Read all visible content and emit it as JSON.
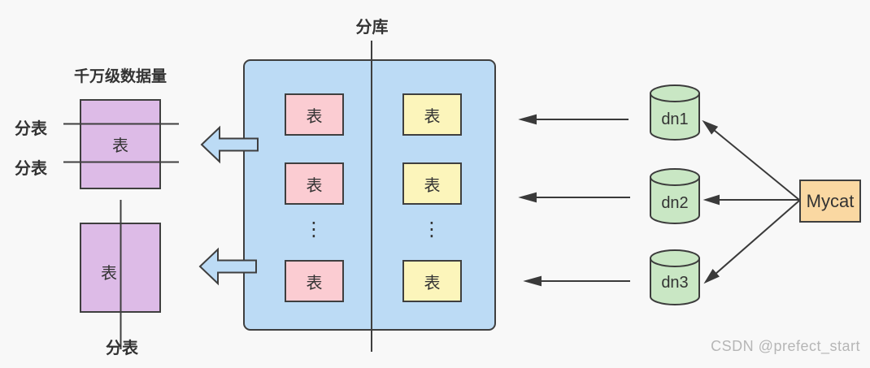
{
  "left": {
    "capacity_title": "千万级数据量",
    "table_top_label": "表",
    "table_bottom_label": "表",
    "split_label_left_1": "分表",
    "split_label_left_2": "分表",
    "split_label_bottom": "分表"
  },
  "center": {
    "db_split_title": "分库",
    "pink_tables": [
      "表",
      "表",
      "表"
    ],
    "yellow_tables": [
      "表",
      "表",
      "表"
    ],
    "ellipsis": "⋮"
  },
  "right": {
    "datanodes": [
      "dn1",
      "dn2",
      "dn3"
    ],
    "middleware_label": "Mycat"
  },
  "watermark": "CSDN @prefect_start",
  "colors": {
    "background": "#f8f8f8",
    "db_group_fill": "#bcdbf5",
    "pink_table_fill": "#fbccd2",
    "yellow_table_fill": "#fcf5bb",
    "purple_table_fill": "#ddbbe7",
    "datanode_fill": "#c9e7c4",
    "middleware_fill": "#fad8a2",
    "stroke": "#3f3f3f",
    "watermark_color": "#b6b6b6"
  }
}
